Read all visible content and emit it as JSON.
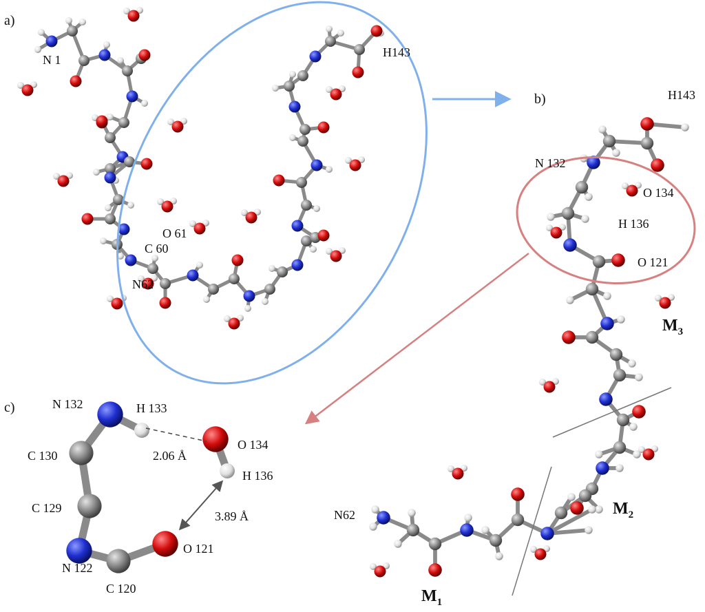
{
  "panels": {
    "a": "a)",
    "b": "b)",
    "c": "c)"
  },
  "panel_a": {
    "labels": {
      "n1": "N 1",
      "h143": "H143",
      "o61": "O 61",
      "c60": "C 60",
      "n62": "N62"
    }
  },
  "panel_b": {
    "labels": {
      "h143": "H143",
      "n132": "N 132",
      "o134": "O 134",
      "h136": "H 136",
      "o121": "O 121",
      "n62": "N62"
    },
    "fragments": [
      {
        "main": "M",
        "sub": "1"
      },
      {
        "main": "M",
        "sub": "2"
      },
      {
        "main": "M",
        "sub": "3"
      }
    ]
  },
  "panel_c": {
    "labels": {
      "n132": "N 132",
      "h133": "H 133",
      "o134": "O 134",
      "h136": "H 136",
      "c130": "C 130",
      "c129": "C 129",
      "n122": "N 122",
      "c120": "C 120",
      "o121": "O 121"
    },
    "distances": {
      "hbond": "2.06 Å",
      "o_h": "3.89 Å"
    }
  },
  "colors": {
    "carbon": "#7a7a7a",
    "nitrogen": "#1f2fd0",
    "oxygen": "#d40c0c",
    "hydrogen": "#e6e6e6",
    "highlight_blue": "#7fb0ec",
    "highlight_red": "#d68080"
  }
}
